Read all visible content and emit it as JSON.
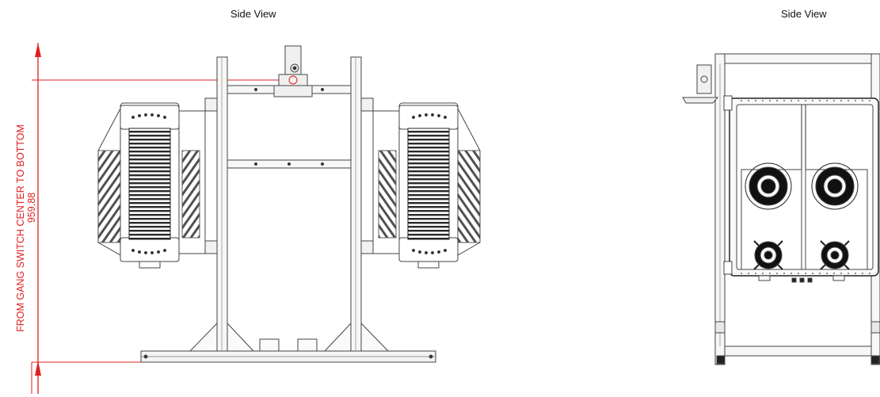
{
  "views": [
    {
      "title": "Side View"
    },
    {
      "title": "Side View"
    }
  ],
  "dimension": {
    "label": "FROM GANG SWITCH CENTER TO BOTTOM",
    "value": "959.88",
    "color": "#e02020"
  }
}
